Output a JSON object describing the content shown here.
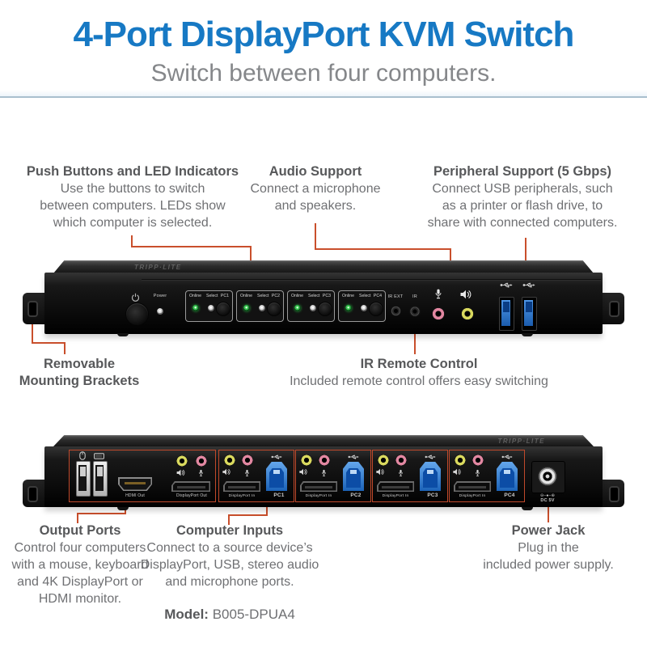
{
  "header": {
    "title": "4-Port DisplayPort KVM Switch",
    "subtitle": "Switch between four computers."
  },
  "callouts": {
    "push_buttons": {
      "heading": "Push Buttons and LED Indicators",
      "body": "Use the buttons to switch\nbetween computers. LEDs show\nwhich computer is selected."
    },
    "audio": {
      "heading": "Audio Support",
      "body": "Connect a microphone\nand speakers."
    },
    "peripheral": {
      "heading": "Peripheral Support (5 Gbps)",
      "body": "Connect USB peripherals, such\nas a printer or flash drive, to\nshare with connected computers."
    },
    "mounting": {
      "heading": "Removable\nMounting Brackets"
    },
    "ir_remote": {
      "heading": "IR Remote Control",
      "body": "Included remote control offers easy switching"
    },
    "output_ports": {
      "heading": "Output Ports",
      "body": "Control four computers\nwith a mouse, keyboard\nand 4K DisplayPort or\nHDMI monitor."
    },
    "computer_inputs": {
      "heading": "Computer Inputs",
      "body": "Connect to a source device’s\nDisplayPort, USB, stereo audio\nand microphone ports."
    },
    "power_jack": {
      "heading": "Power Jack",
      "body": "Plug in the\nincluded power supply."
    }
  },
  "model": {
    "label": "Model:",
    "value": "B005-DPUA4"
  },
  "front_panel": {
    "brand": "TRIPP·LITE",
    "power_led_label": "Power",
    "port_groups": [
      {
        "online": "Online",
        "select": "Select",
        "pc": "PC1"
      },
      {
        "online": "Online",
        "select": "Select",
        "pc": "PC2"
      },
      {
        "online": "Online",
        "select": "Select",
        "pc": "PC3"
      },
      {
        "online": "Online",
        "select": "Select",
        "pc": "PC4"
      }
    ],
    "ir_ext_label": "IR EXT",
    "ir_label": "IR"
  },
  "back_panel": {
    "brand": "TRIPP·LITE",
    "hdmi_label": "HDMI Out",
    "dp_out_label": "DisplayPort Out",
    "inputs": [
      {
        "dp": "DisplayPort In",
        "pc": "PC1"
      },
      {
        "dp": "DisplayPort In",
        "pc": "PC2"
      },
      {
        "dp": "DisplayPort In",
        "pc": "PC3"
      },
      {
        "dp": "DisplayPort In",
        "pc": "PC4"
      }
    ],
    "power": {
      "polarity": "⊖–●–⊕",
      "dc_label": "DC 5V"
    }
  },
  "colors": {
    "brand_blue": "#1779c4",
    "subtitle_gray": "#85878a",
    "heading_gray": "#57585a",
    "body_gray": "#6f7073",
    "callout_orange": "#c94f2c",
    "usb_blue": "#2f7bd4",
    "jack_pink": "#e287a1",
    "jack_yellow": "#d9d95e",
    "led_green": "#37c24f"
  }
}
